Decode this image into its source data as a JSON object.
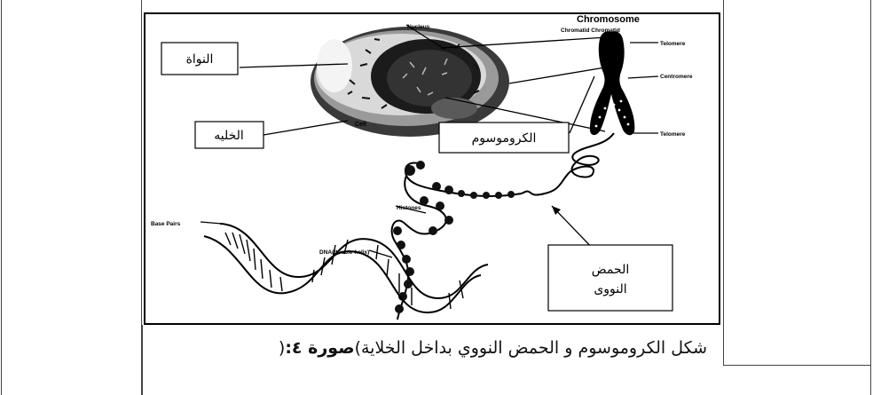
{
  "figure": {
    "labels": {
      "chromosome_title": "Chromosome",
      "chromatids": "Chromatid Chromatid",
      "nucleus": "Nucleus",
      "cell": "Cell",
      "telomere_top": "Telomere",
      "centromere": "Centromere",
      "telomere_bottom": "Telomere",
      "histones": "Histones",
      "base_pairs": "Base Pairs",
      "double_helix": "DNA(double helix)"
    },
    "arabic_boxes": {
      "nucleus": "النواة",
      "cell": "الخليه",
      "chromosome": "الكروموسوم",
      "dna_line1": "الحمض",
      "dna_line2": "النووى"
    }
  },
  "caption": {
    "open_paren": "(",
    "label": "صورة ٤:",
    "text": " شكل الكروموسوم و الحمض النووي  بداخل الخلاية)"
  }
}
